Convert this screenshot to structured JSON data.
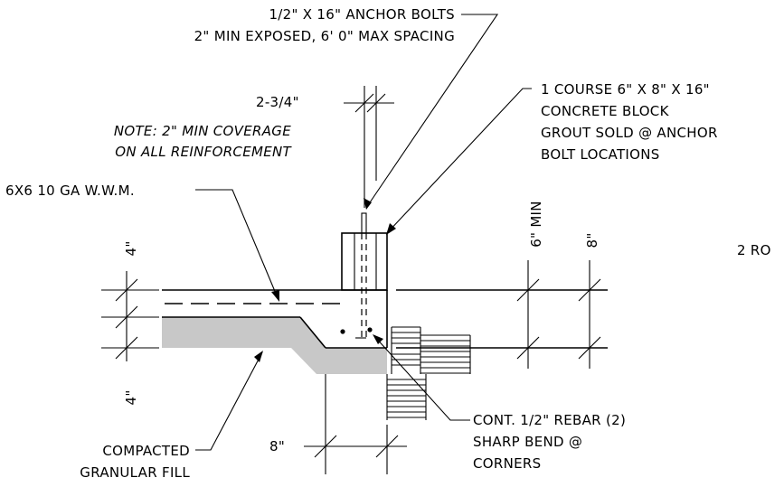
{
  "labels": {
    "anchor_bolts_line1": "1/2\" X 16\" ANCHOR BOLTS",
    "anchor_bolts_line2": "2\" MIN EXPOSED, 6' 0\" MAX SPACING",
    "dim_block_offset": "2-3/4\"",
    "block_line1": "1 COURSE 6\" X 8\" X 16\"",
    "block_line2": "CONCRETE BLOCK",
    "block_line3": "GROUT SOLD @ ANCHOR",
    "block_line4": "BOLT LOCATIONS",
    "note_line1": "NOTE: 2\" MIN COVERAGE",
    "note_line2": "ON ALL REINFORCEMENT",
    "wwm": "6X6 10 GA W.W.M.",
    "dim_slab_top": "4\"",
    "dim_fill": "4\"",
    "dim_min_depth": "6\" MIN",
    "dim_depth_right": "8\"",
    "cut_off_text": "2 RO",
    "dim_footing_width": "8\"",
    "fill_line1": "COMPACTED",
    "fill_line2": "GRANULAR FILL",
    "rebar_line1": "CONT. 1/2\" REBAR (2)",
    "rebar_line2": "SHARP BEND @",
    "rebar_line3": "CORNERS"
  },
  "colors": {
    "line": "#000000",
    "fill_hatch": "#c8c8c8",
    "background": "#ffffff"
  }
}
